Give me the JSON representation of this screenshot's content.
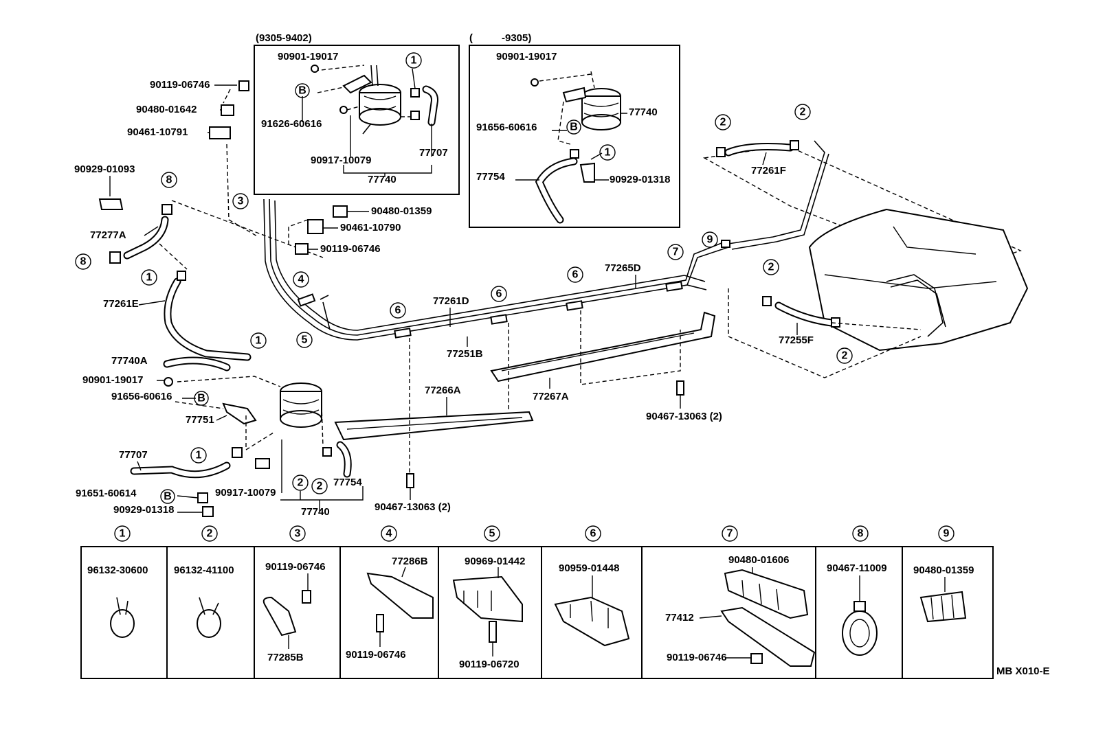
{
  "inset_left": {
    "title": "(9305-9402)",
    "labels": [
      "90901-19017",
      "91626-60616",
      "90917-10079",
      "77707",
      "77740"
    ]
  },
  "inset_right": {
    "title_open": "(",
    "title_close": "-9305)",
    "labels": [
      "90901-19017",
      "77740",
      "91656-60616",
      "77754",
      "90929-01318"
    ]
  },
  "main_labels": {
    "p90119_06746_top": "90119-06746",
    "p90480_01642": "90480-01642",
    "p90461_10791": "90461-10791",
    "p90929_01093": "90929-01093",
    "p77277A": "77277A",
    "p77261E": "77261E",
    "p90480_01359": "90480-01359",
    "p90461_10790": "90461-10790",
    "p90119_06746_mid": "90119-06746",
    "p77261D": "77261D",
    "p77251B": "77251B",
    "p77265D": "77265D",
    "p77261F": "77261F",
    "p77255F": "77255F",
    "p77267A": "77267A",
    "p77266A": "77266A",
    "p90467_13063_r": "90467-13063 (2)",
    "p90467_13063_l": "90467-13063 (2)",
    "p77740A": "77740A",
    "p90901_19017": "90901-19017",
    "p91656_60616": "91656-60616",
    "p77751": "77751",
    "p77707": "77707",
    "p91651_60614": "91651-60614",
    "p90929_01318": "90929-01318",
    "p90917_10079": "90917-10079",
    "p77754": "77754",
    "p77740": "77740"
  },
  "callouts": {
    "c1": "1",
    "c2": "2",
    "c3": "3",
    "c4": "4",
    "c5": "5",
    "c6": "6",
    "c7": "7",
    "c8": "8",
    "c9": "9",
    "cB": "B"
  },
  "legend": {
    "cells": [
      {
        "num": "1",
        "parts": [
          "96132-30600"
        ]
      },
      {
        "num": "2",
        "parts": [
          "96132-41100"
        ]
      },
      {
        "num": "3",
        "parts": [
          "90119-06746",
          "77285B"
        ]
      },
      {
        "num": "4",
        "parts": [
          "77286B",
          "90119-06746"
        ]
      },
      {
        "num": "5",
        "parts": [
          "90969-01442",
          "90119-06720"
        ]
      },
      {
        "num": "6",
        "parts": [
          "90959-01448"
        ]
      },
      {
        "num": "7",
        "parts": [
          "90480-01606",
          "77412",
          "90119-06746"
        ]
      },
      {
        "num": "8",
        "parts": [
          "90467-11009"
        ]
      },
      {
        "num": "9",
        "parts": [
          "90480-01359"
        ]
      }
    ]
  },
  "figure_code": "MB X010-E"
}
